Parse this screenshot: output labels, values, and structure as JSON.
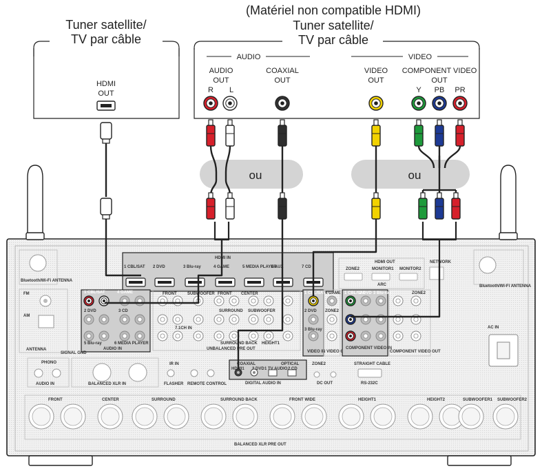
{
  "left_device": {
    "title_line1": "Tuner satellite/",
    "title_line2": "TV par câble",
    "hdmi_label_1": "HDMI",
    "hdmi_label_2": "OUT"
  },
  "right_device": {
    "note": "(Matériel non compatible HDMI)",
    "title_line1": "Tuner satellite/",
    "title_line2": "TV par câble",
    "audio_group": "AUDIO",
    "video_group": "VIDEO",
    "audio_out_1": "AUDIO",
    "audio_out_2": "OUT",
    "r": "R",
    "l": "L",
    "coaxial_1": "COAXIAL",
    "coaxial_2": "OUT",
    "video_out_1": "VIDEO",
    "video_out_2": "OUT",
    "component_1": "COMPONENT VIDEO",
    "component_2": "OUT",
    "y": "Y",
    "pb": "PB",
    "pr": "PR"
  },
  "alternatives": {
    "ou_left": "ou",
    "ou_right": "ou"
  },
  "receiver": {
    "hdmi_in": "HDMI IN",
    "hdmi_inputs": [
      "1 CBL/SAT",
      "2 DVD",
      "3 Blu-ray",
      "4 GAME",
      "5 MEDIA PLAYER",
      "6 AUX",
      "7 CD"
    ],
    "hdmi_out": "HDMI OUT",
    "zone2": "ZONE2",
    "monitor1": "MONITOR1",
    "arc": "ARC",
    "monitor2": "MONITOR2",
    "network": "NETWORK",
    "bt_left": "Bluetooth/Wi-Fi ANTENNA",
    "bt_right": "Bluetooth/Wi-Fi ANTENNA",
    "fm": "FM",
    "am": "AM",
    "antenna": "ANTENNA",
    "audio_in_labels": [
      "1 CBL/SAT",
      "4 GAME",
      "2 DVD",
      "3 CD",
      "5 Blu-ray",
      "6 MEDIA PLAYER"
    ],
    "audio_in": "AUDIO IN",
    "pre_front": "FRONT",
    "pre_center": "CENTER",
    "pre_surround": "SURROUND",
    "pre_subwoofer": "SUBWOOFER",
    "pre_surround_back": "SURROUND BACK",
    "pre_height": "HEIGHT1",
    "pre_71ch": "7.1CH IN",
    "unbalanced": "UNBALANCED PRE OUT",
    "video_in_labels": [
      "1 CBL/SAT",
      "4 GAME",
      "2 DVD",
      "3 Blu-ray"
    ],
    "video_in": "VIDEO IN",
    "video_out": "VIDEO OUT",
    "comp_in_labels": [
      "1 CBL/SAT",
      "2 DVD",
      "3 Blu-ray"
    ],
    "comp_in": "COMPONENT VIDEO IN",
    "comp_out": "COMPONENT VIDEO OUT",
    "signal_gnd": "SIGNAL GND",
    "phono": "PHONO",
    "balanced_in": "BALANCED XLR IN",
    "ir_in": "IR IN",
    "flasher": "FLASHER",
    "remote": "REMOTE CONTROL",
    "coaxial": "COAXIAL",
    "optical": "OPTICAL",
    "dig_labels": [
      "HDMI1",
      "2 DVD",
      "1 TV AUDIO",
      "2 CD"
    ],
    "digital_audio_in": "DIGITAL AUDIO IN",
    "dc_out": "DC OUT",
    "straight": "STRAIGHT CABLE",
    "rs232c": "RS-232C",
    "ac_in": "AC IN",
    "xlr_labels": [
      "FRONT",
      "CENTER",
      "SURROUND",
      "SURROUND BACK",
      "FRONT WIDE",
      "HEIGHT1",
      "HEIGHT2",
      "SUBWOOFER1",
      "SUBWOOFER2"
    ],
    "balanced_out": "BALANCED XLR PRE OUT"
  },
  "colors": {
    "red": "#d6202b",
    "white": "#ffffff",
    "yellow": "#f2d200",
    "green": "#1e9a3b",
    "blue": "#1d3a94",
    "highlight_panel": "#cfcfcf",
    "receiver_panel": "#f2f2f2",
    "bubble": "#d4d4d4"
  }
}
